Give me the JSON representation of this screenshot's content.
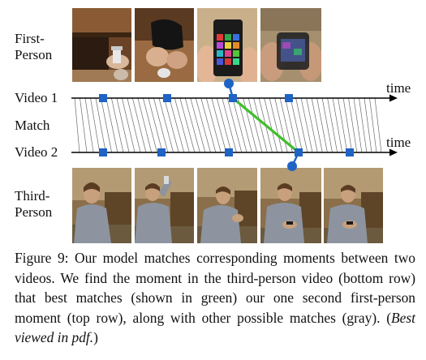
{
  "labels": {
    "first_person": [
      "First-",
      "Person"
    ],
    "video1": "Video 1",
    "match": "Match",
    "video2": "Video 2",
    "third_person": [
      "Third-",
      "Person"
    ],
    "time_top": "time",
    "time_bottom": "time"
  },
  "colors": {
    "marker": "#1f63c4",
    "best_match": "#3fbf2a",
    "other_match": "#6b6b6b",
    "axis": "#000000"
  },
  "icons": {
    "arrowhead": "arrow-right-icon",
    "pin": "pin-marker-icon"
  },
  "frames": {
    "first_person": [
      {
        "scene": "wooden shelf with hand reaching bottle"
      },
      {
        "scene": "hand holding dark object near drawer"
      },
      {
        "scene": "hand holding phone with colorful app grid"
      },
      {
        "scene": "blurred hand holding phone"
      }
    ],
    "third_person": [
      {
        "scene": "seated person in gray hoodie"
      },
      {
        "scene": "seated person drinking"
      },
      {
        "scene": "seated person leaning forward"
      },
      {
        "scene": "seated person looking at phone"
      },
      {
        "scene": "seated person holding phone"
      }
    ]
  },
  "caption": {
    "figure": "Figure 9:",
    "body": " Our model matches corresponding moments between two videos. We find the moment in the third-person video (bottom row) that best matches (shown in green) our one second first-person moment (top row), along with other possible matches (gray). (",
    "emphasis": "Best viewed in pdf.",
    "close": ")"
  }
}
